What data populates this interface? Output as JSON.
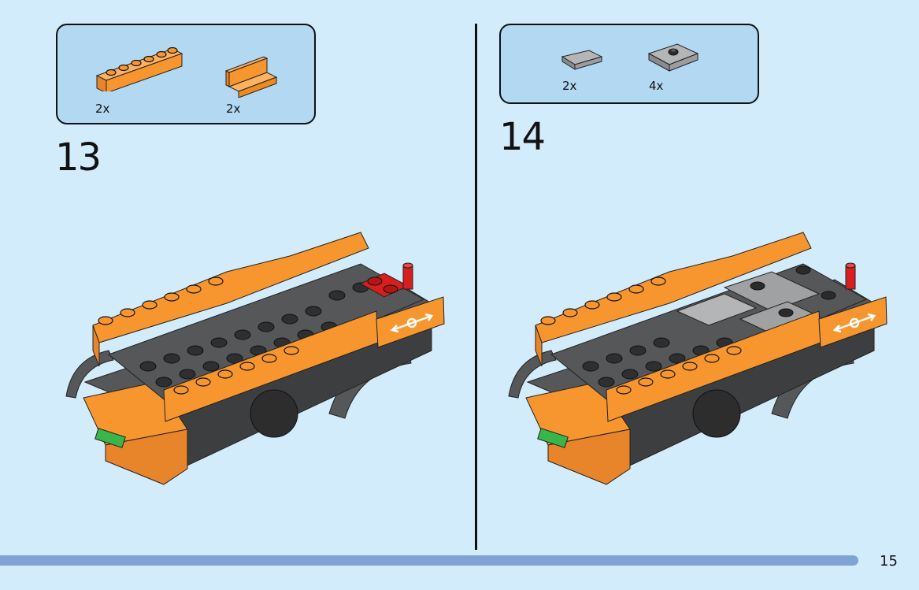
{
  "page": {
    "number": "15",
    "colors": {
      "background": "#d3ecfb",
      "parts_box": "#b2d8f2",
      "progress_bar": "#7fa3d5",
      "orange": "#f7962e",
      "dark_gray": "#555759",
      "light_gray": "#a0a1a2",
      "red": "#d81e1e",
      "green": "#3ab54a"
    }
  },
  "steps": [
    {
      "number": "13",
      "parts": [
        {
          "name": "orange 1x6 brick",
          "count": "2x"
        },
        {
          "name": "orange 1x2 panel",
          "count": "2x"
        }
      ]
    },
    {
      "number": "14",
      "parts": [
        {
          "name": "light gray 1x2 tile",
          "count": "2x"
        },
        {
          "name": "light gray 2x2 jumper plate",
          "count": "4x"
        }
      ]
    }
  ],
  "icons": {
    "train_sign": "double-arrow-circle-icon"
  }
}
